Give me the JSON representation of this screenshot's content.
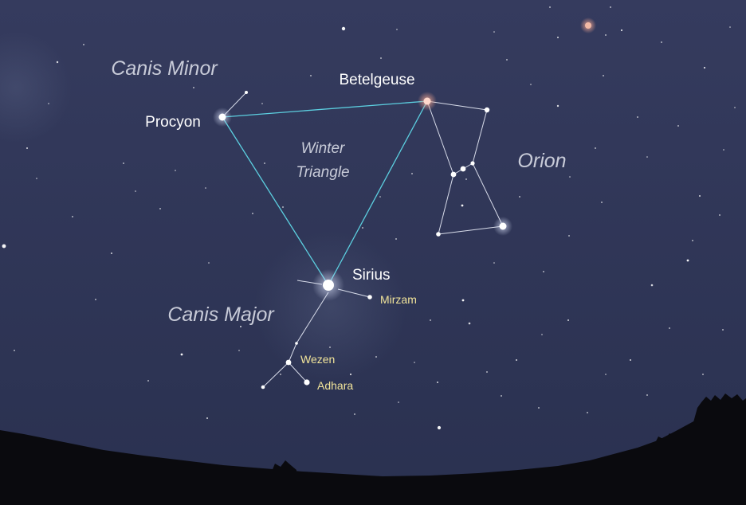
{
  "constellations": {
    "canis_minor": "Canis Minor",
    "orion": "Orion",
    "canis_major": "Canis Major"
  },
  "asterism": {
    "line1": "Winter",
    "line2": "Triangle"
  },
  "stars": {
    "betelgeuse": "Betelgeuse",
    "procyon": "Procyon",
    "sirius": "Sirius",
    "mirzam": "Mirzam",
    "wezen": "Wezen",
    "adhara": "Adhara"
  },
  "colors": {
    "sky_top": "#353b5e",
    "sky_bottom": "#2a3150",
    "triangle_line": "#5ccfe0",
    "stick_line": "#d8dcea",
    "star_label": "#ffffff",
    "minor_star_label": "#f1e49a",
    "constellation_label": "#c8cbd8",
    "horizon": "#0a0a0e"
  }
}
